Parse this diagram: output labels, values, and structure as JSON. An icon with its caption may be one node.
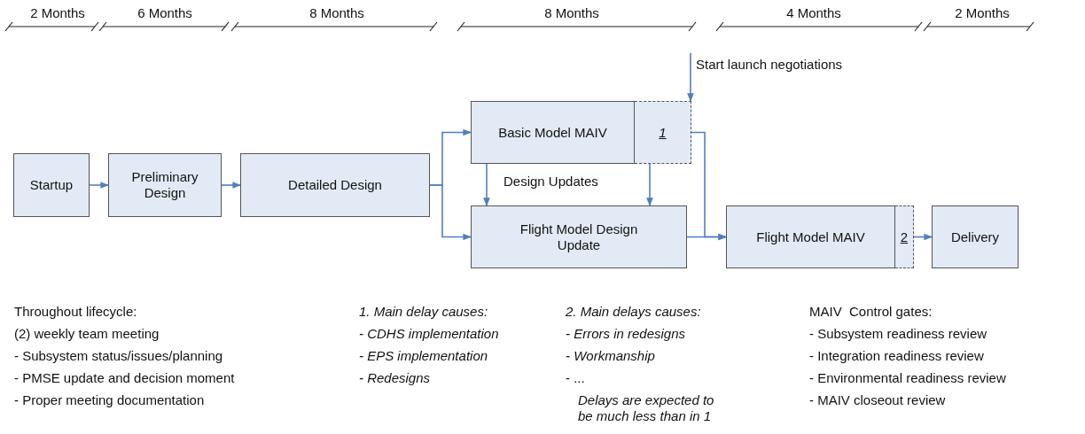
{
  "diagram": {
    "nodes": [
      {
        "text": [
          "Startup"
        ]
      },
      {
        "text": [
          "Preliminary Design"
        ]
      },
      {
        "text": [
          "Detailed Design"
        ]
      },
      {
        "text": [
          "Basic Model MAIV"
        ]
      },
      {
        "text": [
          "1"
        ]
      },
      {
        "text": [
          "Flight Model Design Update"
        ]
      },
      {
        "text": [
          "Flight Model MAIV"
        ]
      },
      {
        "text": [
          "2"
        ]
      },
      {
        "text": [
          "Delivery"
        ]
      },
      {
        "text": [
          "Start launch negotiations"
        ]
      }
    ],
    "edges": [
      {
        "from": 0,
        "to": 1,
        "arrow": "to"
      },
      {
        "from": 1,
        "to": 2,
        "arrow": "to"
      },
      {
        "from": 2,
        "to": 3,
        "arrow": "to"
      },
      {
        "from": 2,
        "to": 5,
        "arrow": "to"
      },
      {
        "from": 3,
        "to": 5,
        "arrow": "to"
      },
      {
        "from": 4,
        "to": 5,
        "arrow": "to"
      },
      {
        "from": 4,
        "to": 6,
        "arrow": "to"
      },
      {
        "from": 5,
        "to": 6,
        "arrow": "to"
      },
      {
        "from": 7,
        "to": 8,
        "arrow": "to"
      },
      {
        "from": 9,
        "to": 4,
        "arrow": "to"
      }
    ],
    "labels": [
      "2 Months",
      "6 Months",
      "8 Months",
      "8 Months",
      "4 Months",
      "2 Months",
      "Design Updates",
      "Throughout lifecycle:",
      "(2) weekly team meeting",
      "- Subsystem status/issues/planning",
      "- PMSE update and decision moment",
      "- Proper meeting documentation",
      "1. Main delay causes:",
      "- CDHS implementation",
      "- EPS implementation",
      "- Redesigns",
      "2. Main delays causes:",
      "- Errors in redesigns",
      "- Workmanship",
      "- ...",
      "Delays are expected to be much less than in 1",
      "MAIV  Control gates:",
      "- Subsystem readiness review",
      "- Integration readiness review",
      "- Environmental readiness review",
      "- MAIV closeout review"
    ]
  }
}
